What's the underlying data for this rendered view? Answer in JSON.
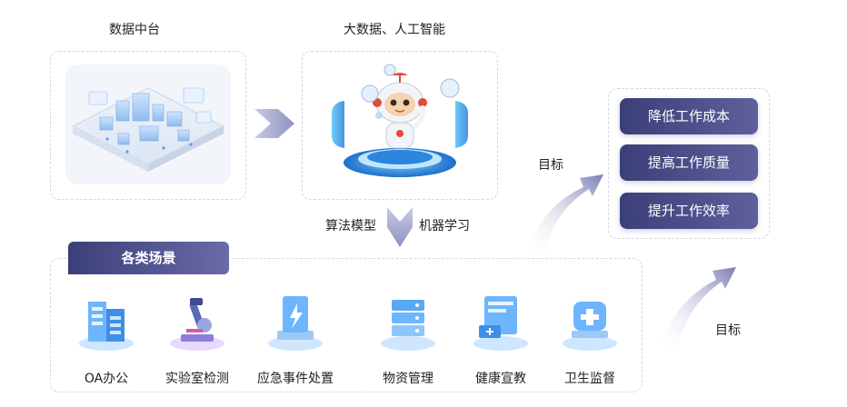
{
  "top": {
    "data_platform_title": "数据中台",
    "ai_title": "大数据、人工智能"
  },
  "flow": {
    "algo_label": "算法模型",
    "ml_label": "机器学习",
    "target_label_1": "目标",
    "target_label_2": "目标"
  },
  "goals": [
    "降低工作成本",
    "提高工作质量",
    "提升工作效率"
  ],
  "scenes": {
    "title": "各类场景",
    "items": [
      {
        "label": "OA办公",
        "icon": "office-building-icon"
      },
      {
        "label": "实验室检测",
        "icon": "microscope-icon"
      },
      {
        "label": "应急事件处置",
        "icon": "emergency-document-icon"
      },
      {
        "label": "物资管理",
        "icon": "server-storage-icon"
      },
      {
        "label": "健康宣教",
        "icon": "health-monitor-icon"
      },
      {
        "label": "卫生监督",
        "icon": "medical-cross-icon"
      }
    ]
  },
  "colors": {
    "accent_dark": "#3b3f78",
    "accent_light": "#6a6aa6",
    "icon_blue": "#4aa3ff"
  }
}
